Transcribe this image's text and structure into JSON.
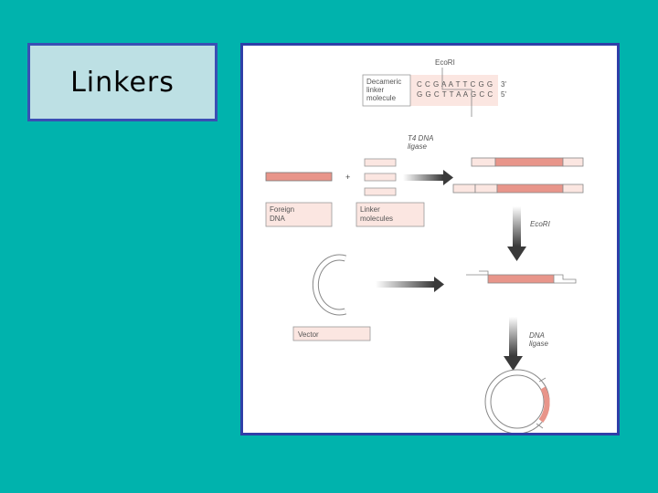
{
  "slide": {
    "title": "Linkers"
  },
  "figure": {
    "ecori_top": "EcoRI",
    "decameric_label_1": "Decameric",
    "decameric_label_2": "linker",
    "decameric_label_3": "molecule",
    "seq_top": "C C G A A T T C G G",
    "seq_bottom": "G G C T T A A G C C",
    "prime_3": "3'",
    "prime_5": "5'",
    "t4_label_1": "T4 DNA",
    "t4_label_2": "ligase",
    "plus": "+",
    "foreign_label_1": "Foreign",
    "foreign_label_2": "DNA",
    "linker_label_1": "Linker",
    "linker_label_2": "molecules",
    "ecori_mid": "EcoRI",
    "vector_label": "Vector",
    "dna_ligase_1": "DNA",
    "dna_ligase_2": "ligase"
  },
  "colors": {
    "background": "#00b3ad",
    "title_box": "#bde0e4",
    "frame_border": "#2f3fa8",
    "dna_salmon": "#e8958a",
    "linker_pink": "#fbe6e1"
  }
}
